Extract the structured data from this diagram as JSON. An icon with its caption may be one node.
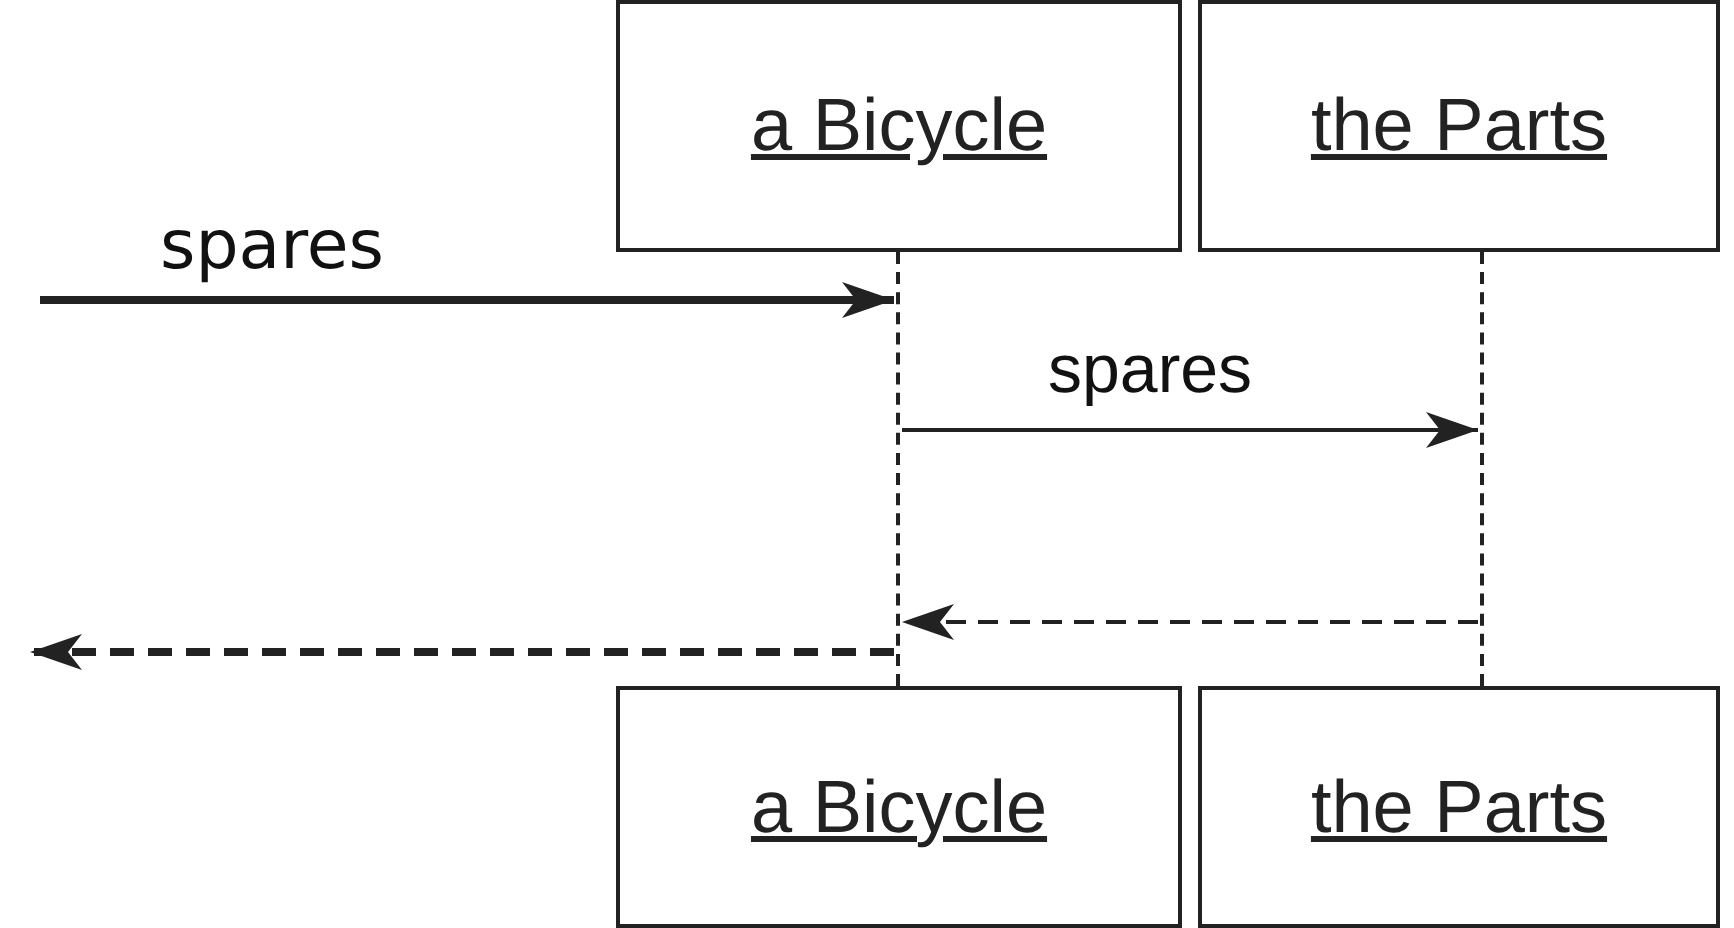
{
  "diagram": {
    "nodes": [
      {
        "text": [
          "a Bicycle"
        ]
      },
      {
        "text": [
          "the Parts"
        ]
      },
      {
        "text": [
          "a Bicycle"
        ]
      },
      {
        "text": [
          "the Parts"
        ]
      },
      {
        "text": [],
        "shape": "lifeline"
      },
      {
        "text": [],
        "shape": "lifeline"
      }
    ],
    "edges": [
      {
        "from": null,
        "to": 4,
        "arrow": "to",
        "label": "spares",
        "style": "thick"
      },
      {
        "from": 4,
        "to": 5,
        "arrow": "to",
        "label": "spares"
      },
      {
        "from": 5,
        "to": 4,
        "arrow": "to",
        "style": "dashed"
      },
      {
        "from": 4,
        "to": null,
        "arrow": "to",
        "style": "dashed"
      }
    ]
  }
}
